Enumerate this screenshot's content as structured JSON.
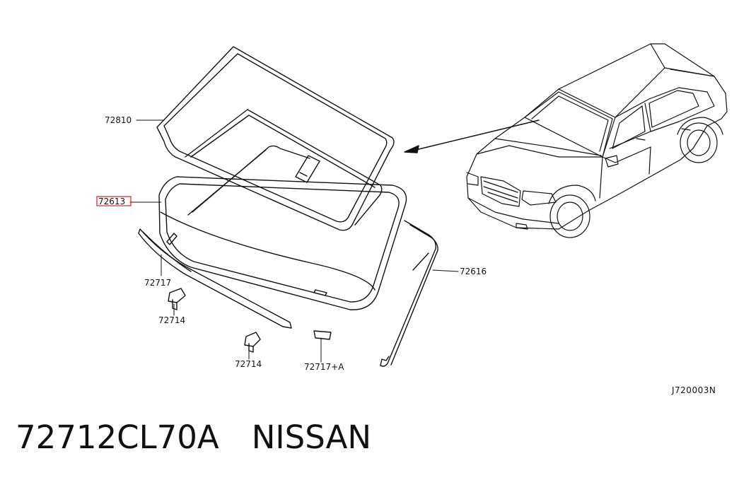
{
  "diagram": {
    "callouts": [
      {
        "id": "windshield-glass",
        "label": "72810"
      },
      {
        "id": "highlighted-part",
        "label": "72613"
      },
      {
        "id": "side-molding",
        "label": "72616"
      },
      {
        "id": "lower-molding",
        "label": "72717"
      },
      {
        "id": "clip-left",
        "label": "72714"
      },
      {
        "id": "clip-center",
        "label": "72714"
      },
      {
        "id": "spacer",
        "label": "72717+A"
      }
    ],
    "reference_code": "J720003N",
    "highlight_color": "#e02020"
  },
  "caption": {
    "part_number": "72712CL70A",
    "brand": "NISSAN"
  }
}
